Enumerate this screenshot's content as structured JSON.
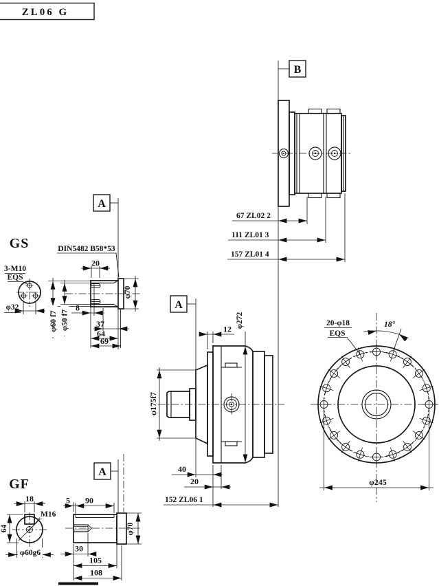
{
  "title_block": {
    "model": "ZL06 G"
  },
  "section_marks": {
    "a_upper": "A",
    "a_mid": "A",
    "a_lower": "A",
    "b": "B"
  },
  "gs_view": {
    "label": "GS",
    "thread_note": "3-M10",
    "eqs": "EQS",
    "bolt_circle": "φ32",
    "spline_spec": "DIN5482 B58*53",
    "len_spline": "20",
    "depth": "8",
    "d37": "37",
    "d64": "64",
    "d69": "69",
    "dia_outer": "φ60 f7",
    "dia_spline": "φ50 f7",
    "dia_pilot": "φ70"
  },
  "b_view": {
    "dims": [
      {
        "label": "67 ZL02 2"
      },
      {
        "label": "111 ZL01 3"
      },
      {
        "label": "157 ZL01 4"
      }
    ]
  },
  "main_view": {
    "d12": "12",
    "dia_flange": "φ272",
    "dia_pilot": "φ175f7",
    "d40": "40",
    "d20": "20",
    "overall": "152 ZL06 1"
  },
  "flange_view": {
    "holes": "20-φ18",
    "eqs": "EQS",
    "angle": "18°",
    "bolt_circle": "φ245",
    "hole_count": 20,
    "hole_spacing_deg": 18
  },
  "gf_view": {
    "label": "GF",
    "key_width": "18",
    "thread": "M16",
    "d64": "64",
    "dia_shaft": "φ60g6",
    "d5": "5",
    "key_len": "90",
    "thread_depth": "30",
    "d105": "105",
    "d108": "108",
    "dia_pilot": "φ70"
  }
}
